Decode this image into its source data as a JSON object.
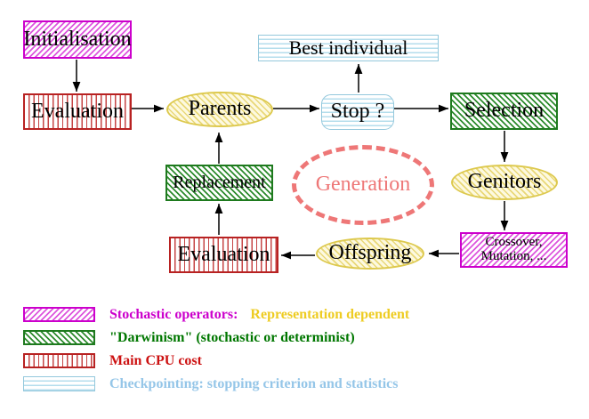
{
  "diagram": {
    "nodes": {
      "initialisation": {
        "label": "Initialisation",
        "style": "magenta-hatch"
      },
      "evaluation_top": {
        "label": "Evaluation",
        "style": "red-stripes"
      },
      "parents": {
        "label": "Parents",
        "style": "yellow-hatch"
      },
      "best_individual": {
        "label": "Best individual",
        "style": "cyan-stripes"
      },
      "stop": {
        "label": "Stop ?",
        "style": "cyan-stripes"
      },
      "selection": {
        "label": "Selection",
        "style": "green-hatch"
      },
      "replacement": {
        "label": "Replacement",
        "style": "green-hatch"
      },
      "generation": {
        "label": "Generation",
        "style": "salmon-dashed"
      },
      "genitors": {
        "label": "Genitors",
        "style": "yellow-hatch"
      },
      "evaluation_bottom": {
        "label": "Evaluation",
        "style": "red-stripes"
      },
      "offspring": {
        "label": "Offspring",
        "style": "yellow-hatch"
      },
      "crossover_mutation": {
        "line1": "Crossover,",
        "line2": "Mutation, ...",
        "style": "magenta-hatch"
      }
    },
    "edges": [
      {
        "from": "initialisation",
        "to": "evaluation_top"
      },
      {
        "from": "evaluation_top",
        "to": "parents"
      },
      {
        "from": "parents",
        "to": "stop"
      },
      {
        "from": "stop",
        "to": "best_individual"
      },
      {
        "from": "stop",
        "to": "selection"
      },
      {
        "from": "selection",
        "to": "genitors"
      },
      {
        "from": "genitors",
        "to": "crossover_mutation"
      },
      {
        "from": "crossover_mutation",
        "to": "offspring"
      },
      {
        "from": "offspring",
        "to": "evaluation_bottom"
      },
      {
        "from": "evaluation_bottom",
        "to": "replacement"
      },
      {
        "from": "replacement",
        "to": "parents"
      }
    ],
    "legend": {
      "items": [
        {
          "pattern": "magenta-hatch",
          "text": "Stochastic operators:",
          "text2": "Representation dependent",
          "color": "#cc00cc",
          "color2": "#eecc22"
        },
        {
          "pattern": "green-hatch",
          "text": "\"Darwinism\" (stochastic or determinist)",
          "color": "#007700"
        },
        {
          "pattern": "red-stripes",
          "text": "Main CPU cost",
          "color": "#cc1111"
        },
        {
          "pattern": "cyan-stripes",
          "text": "Checkpointing: stopping criterion and statistics",
          "color": "#95c6e8"
        }
      ]
    },
    "colors": {
      "magenta": "#cc00cc",
      "green": "#1e7a1e",
      "red": "#b82222",
      "cyan": "#94c8dc",
      "yellow": "#ddc94e",
      "salmon": "#ee7777",
      "arrow": "#000000"
    }
  }
}
